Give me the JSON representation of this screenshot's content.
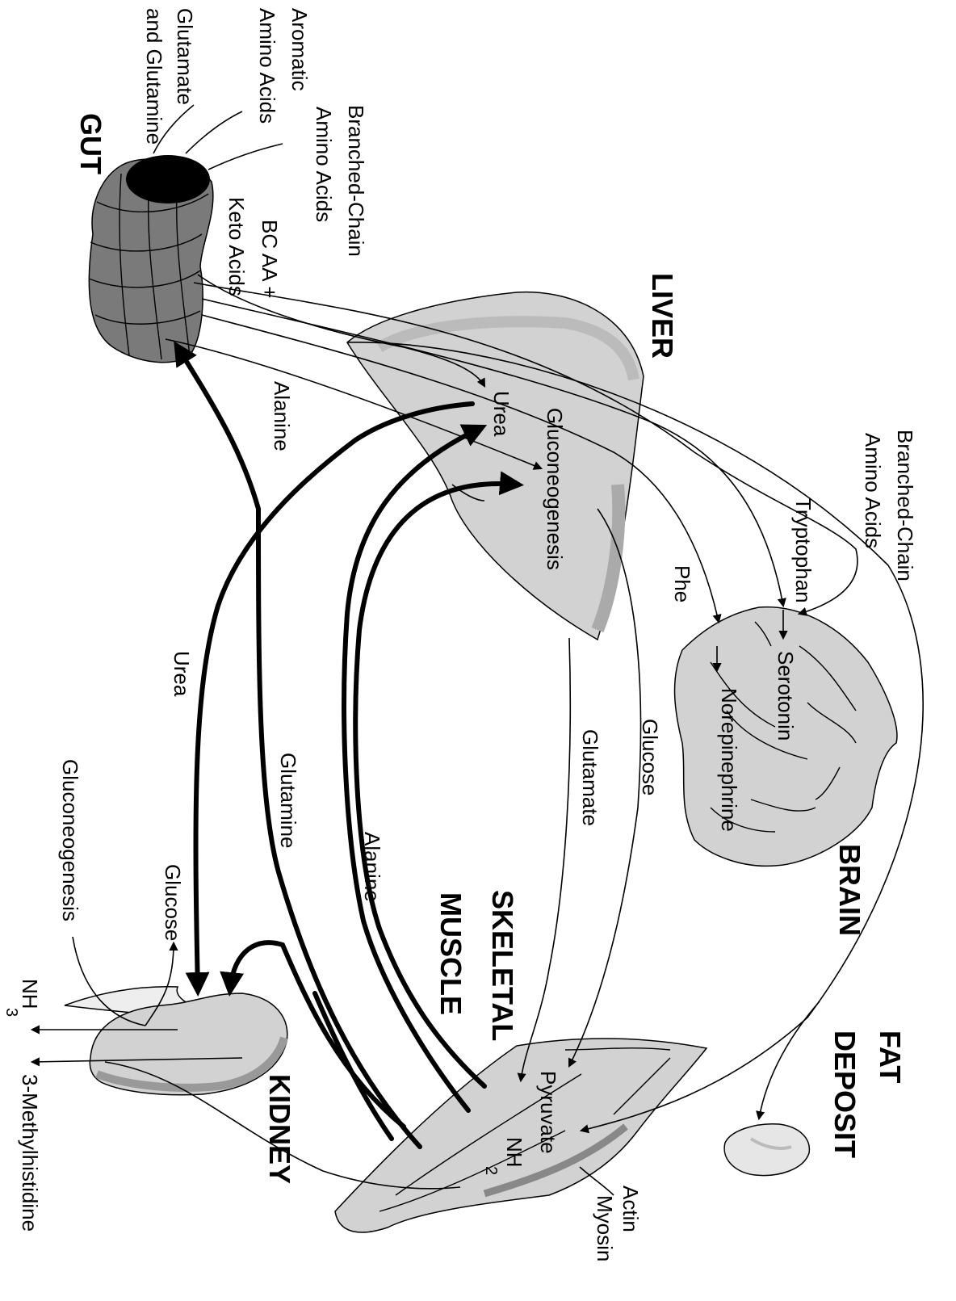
{
  "organs": {
    "gut": "GUT",
    "liver": "LIVER",
    "brain": "BRAIN",
    "fat_deposit_1": "FAT",
    "fat_deposit_2": "DEPOSIT",
    "skeletal": "SKELETAL",
    "muscle": "MUSCLE",
    "kidney": "KIDNEY"
  },
  "labels": {
    "glutamate_gut": "Glutamate",
    "and_glutamine": "and Glutamine",
    "aromatic": "Aromatic",
    "amino_acids_arom": "Amino Acids",
    "branched_chain_gut": "Branched-Chain",
    "amino_acids_bc_gut": "Amino Acids",
    "bc_aa": "BC AA +",
    "keto_acids": "Keto Acids",
    "alanine_top": "Alanine",
    "urea_liver": "Urea",
    "gluconeogenesis_liver": "Gluconeogenesis",
    "branched_chain_brain": "Branched-Chain",
    "amino_acids_brain": "Amino Acids",
    "tryptophan": "Tryptophan",
    "phe": "Phe",
    "serotonin": "Serotonin",
    "norepinephrine": "Norepinephrine",
    "glucose_mid": "Glucose",
    "glutamate_mid": "Glutamate",
    "alanine_mid": "Alanine",
    "glutamine_mid": "Glutamine",
    "urea_left": "Urea",
    "gluconeogenesis_kidney": "Gluconeogenesis",
    "glucose_kidney": "Glucose",
    "nh3": "NH",
    "nh3_sub": "3",
    "methylhistidine": "3-Methylhistidine",
    "pyruvate": "Pyruvate",
    "nh2": "NH",
    "nh2_sub": "2",
    "actin": "Actin",
    "myosin": "Myosin"
  }
}
